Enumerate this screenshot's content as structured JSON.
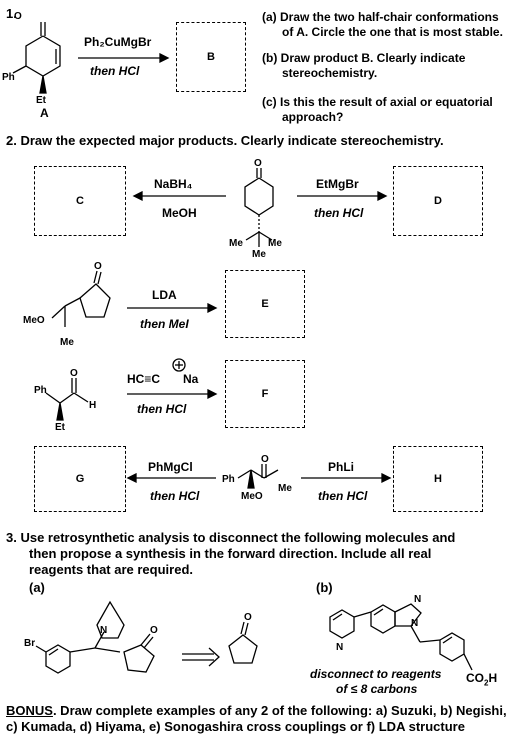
{
  "q1": {
    "number": "1.",
    "reagent_top": "Ph₂CuMgBr",
    "reagent_bottom": "then HCl",
    "start_label": "A",
    "product_box": "B",
    "part_a_1": "(a) Draw the two half-chair conformations",
    "part_a_2": "of A. Circle the one that is most stable.",
    "part_b_1": "(b) Draw product B. Clearly indicate",
    "part_b_2": "stereochemistry.",
    "part_c_1": "(c) Is this the result of axial or equatorial",
    "part_c_2": "approach?"
  },
  "q2": {
    "heading": "2.  Draw the expected major products. Clearly indicate stereochemistry.",
    "rxn1": {
      "left_top": "NaBH₄",
      "left_bottom": "MeOH",
      "right_top": "EtMgBr",
      "right_bottom": "then HCl",
      "box_left": "C",
      "box_right": "D"
    },
    "rxn2": {
      "top": "LDA",
      "bottom": "then MeI",
      "box": "E"
    },
    "rxn3": {
      "top": "HC≡C",
      "charge": "Na",
      "bottom": "then HCl",
      "box": "F"
    },
    "rxn4": {
      "left_top": "PhMgCl",
      "left_bottom": "then HCl",
      "right_top": "PhLi",
      "right_bottom": "then HCl",
      "box_left": "G",
      "box_right": "H"
    }
  },
  "q3": {
    "line1": "3.  Use retrosynthetic analysis to disconnect the following molecules and",
    "line2": "then propose a synthesis in the forward direction. Include all real",
    "line3": "reagents that are required.",
    "part_a": "(a)",
    "part_b": "(b)",
    "note_1": "disconnect to reagents",
    "note_2": "of ≤ 8 carbons"
  },
  "bonus": {
    "label": "BONUS",
    "line1": ". Draw complete examples of any 2 of the following: a) Suzuki, b) Negishi,",
    "line2": "c) Kumada, d) Hiyama,  e) Sonogashira cross couplings or f) LDA structure"
  }
}
